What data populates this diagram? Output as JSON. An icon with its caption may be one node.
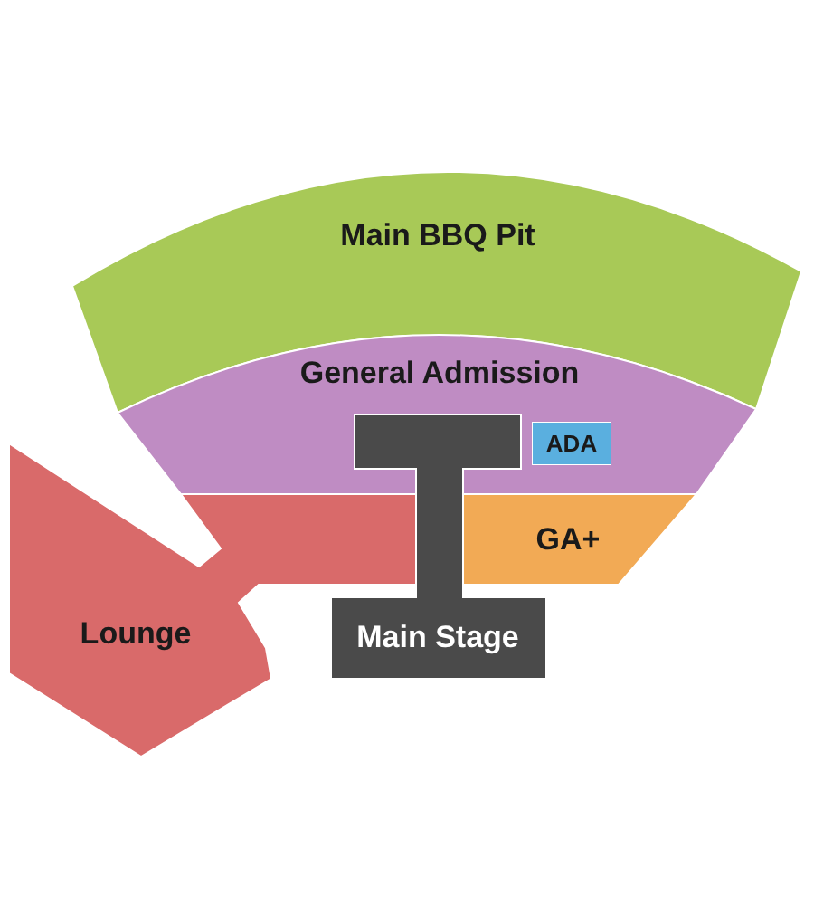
{
  "diagram": {
    "nodes": [
      {
        "text": [
          "Main BBQ Pit"
        ]
      },
      {
        "text": [
          "General Admission"
        ]
      },
      {
        "text": [
          "ADA"
        ],
        "in": 1
      },
      {
        "text": [
          "GA+"
        ]
      },
      {
        "text": [
          "Lounge"
        ]
      },
      {
        "text": [
          "Main Stage"
        ]
      }
    ]
  }
}
